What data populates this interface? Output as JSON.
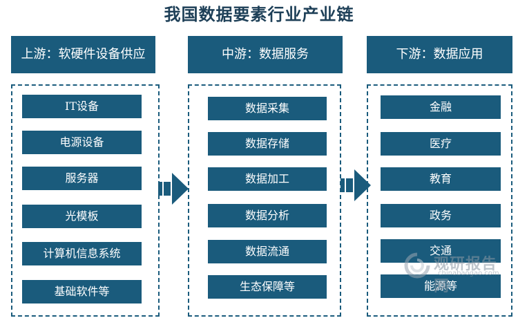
{
  "title": "我国数据要素行业产业链",
  "upstream": {
    "header": "上游：软硬件设备供应",
    "items": [
      "IT设备",
      "电源设备",
      "服务器",
      "光模板",
      "计算机信息系统",
      "基础软件等"
    ]
  },
  "midstream": {
    "header": "中游：数据服务",
    "items": [
      "数据采集",
      "数据存储",
      "数据加工",
      "数据分析",
      "数据流通",
      "生态保障等"
    ]
  },
  "downstream": {
    "header": "下游：数据应用",
    "items": [
      "金融",
      "医疗",
      "教育",
      "政务",
      "交通",
      "能源等"
    ]
  },
  "watermark": {
    "text": "观研报告网",
    "url": "chinabaogao.com"
  },
  "colors": {
    "primary": "#1a5b7c",
    "title": "#1d3f57"
  }
}
